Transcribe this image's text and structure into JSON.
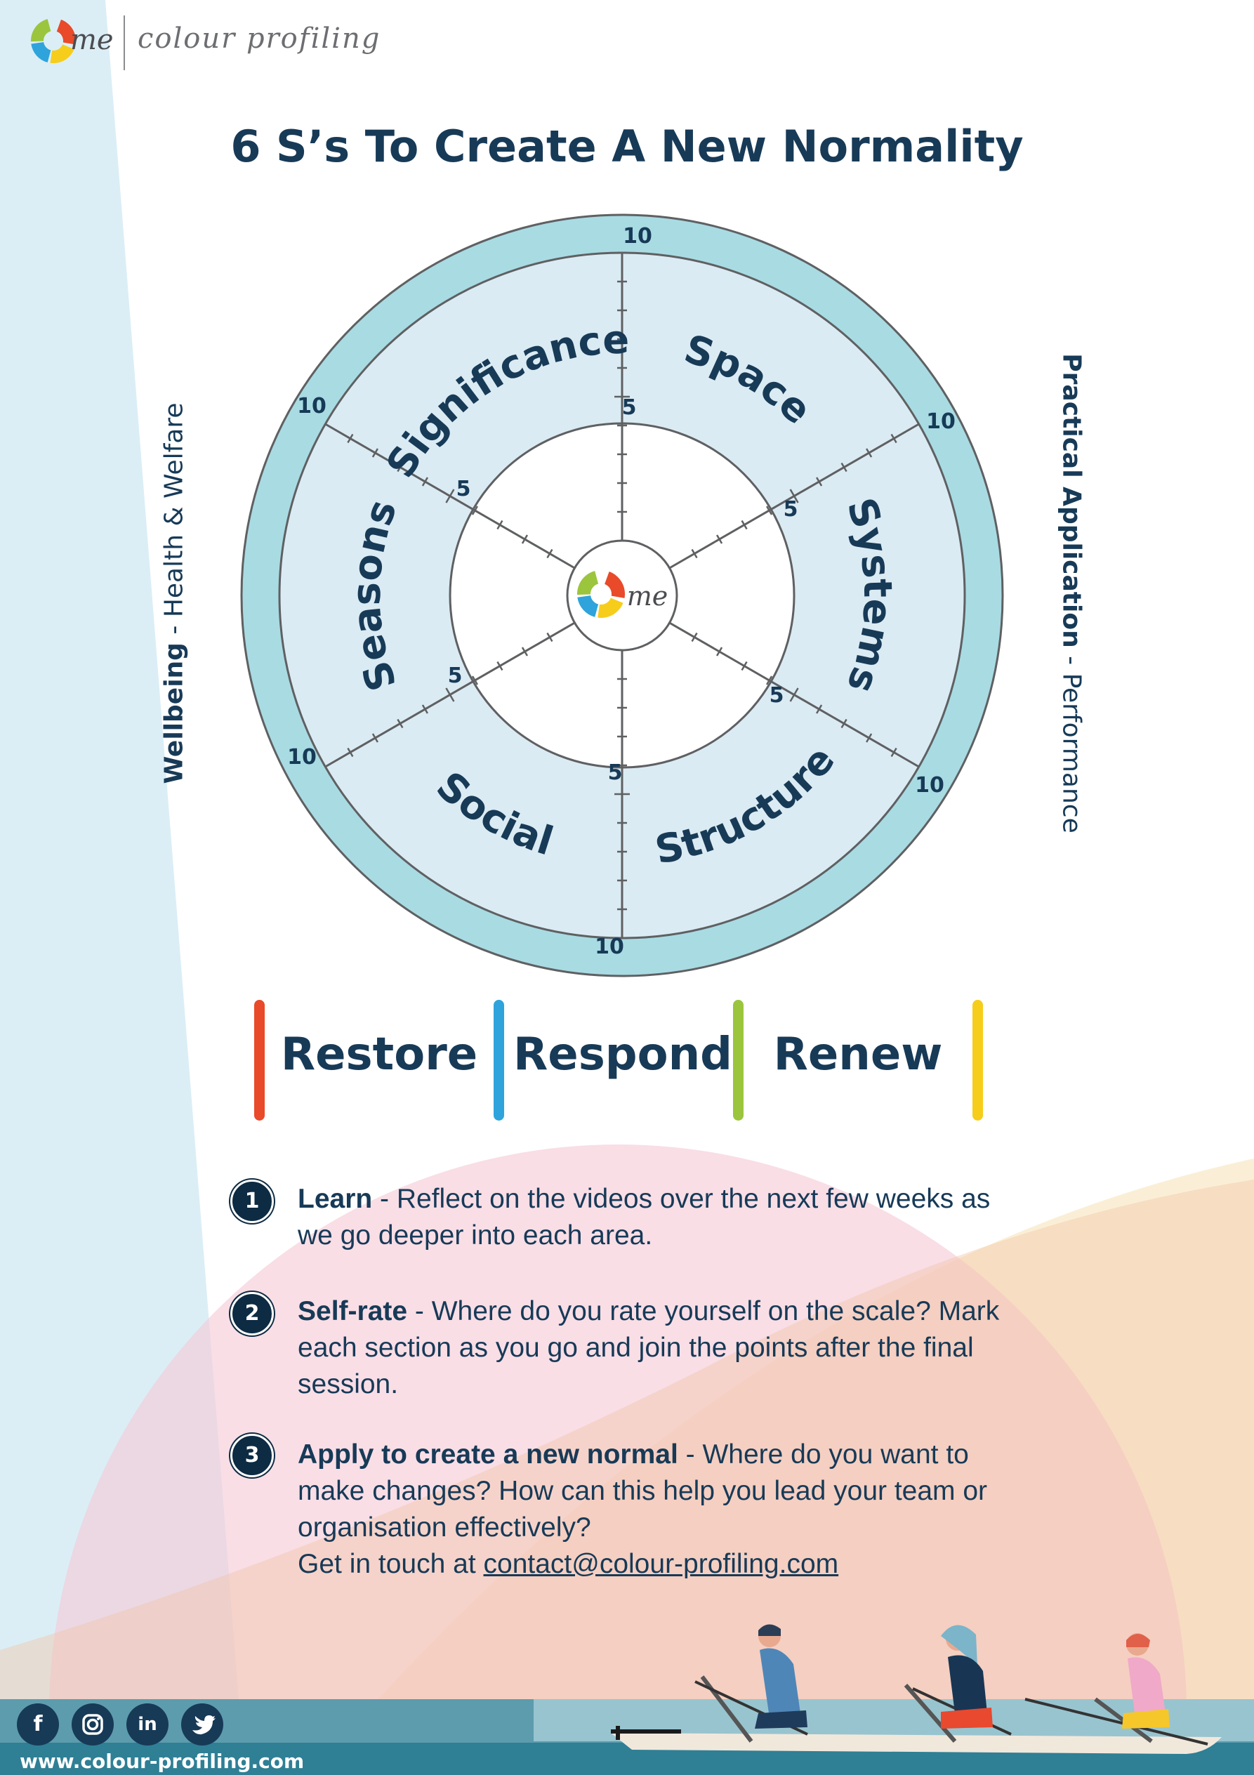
{
  "brand": {
    "logo_text": "me",
    "name": "colour profiling"
  },
  "title": "6 S’s To Create A New Normality",
  "side_labels": {
    "left_bold": "Wellbeing",
    "left_rest": " - Health & Welfare",
    "right_bold": "Practical Application",
    "right_rest": " - Performance"
  },
  "wheel": {
    "segments": [
      "Significance",
      "Space",
      "Systems",
      "Structure",
      "Social",
      "Seasons"
    ],
    "scale": {
      "min": 0,
      "mid": 5,
      "max": 10
    },
    "mid_label": "5",
    "max_label": "10",
    "center_logo_text": "me"
  },
  "phases": [
    {
      "label": "Restore",
      "color": "#e84a2a"
    },
    {
      "label": "Respond",
      "color": "#2fa3db"
    },
    {
      "label": "Renew",
      "color": "#9bc53d"
    },
    {
      "label": "",
      "color": "#f6cd1b"
    }
  ],
  "steps": [
    {
      "number": "1",
      "title": "Learn",
      "text": " - Reflect on the videos over the next few weeks as we go deeper into each area."
    },
    {
      "number": "2",
      "title": "Self-rate",
      "text": " - Where do you rate yourself on the scale? Mark each section as you go and join the points after the final session."
    },
    {
      "number": "3",
      "title": "Apply to create a new normal",
      "text": " - Where do you want to make changes? How can this help you lead your team or organisation effectively?",
      "contact_prefix": "Get in touch at ",
      "contact_email": "contact@colour-profiling.com"
    }
  ],
  "footer": {
    "social_icons": [
      "facebook-icon",
      "instagram-icon",
      "linkedin-icon",
      "twitter-icon"
    ],
    "url": "www.colour-profiling.com"
  },
  "colors": {
    "navy": "#173a57",
    "ring": "#a9dbe3",
    "segment_fill": "#dbebf3",
    "logo_red": "#e84a2a",
    "logo_blue": "#2fa3db",
    "logo_green": "#9bc53d",
    "logo_yellow": "#f6cd1b"
  }
}
